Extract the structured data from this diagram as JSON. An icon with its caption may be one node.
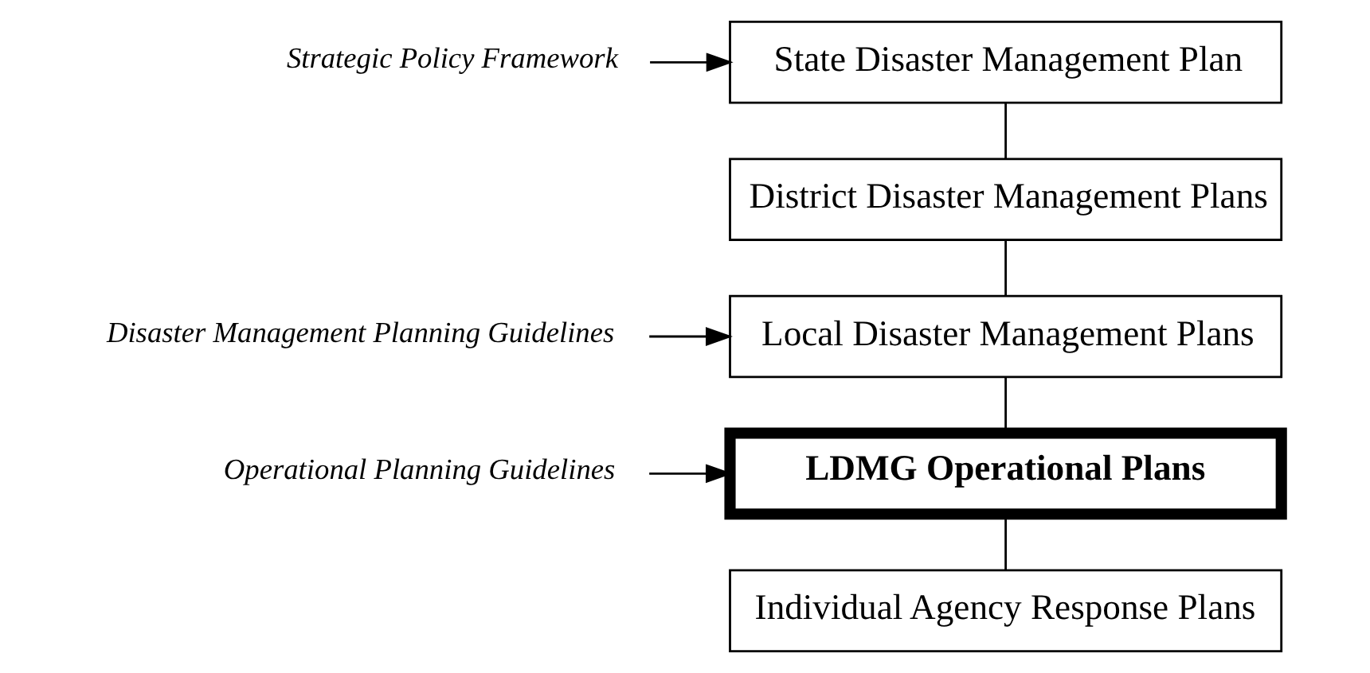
{
  "diagram": {
    "nodes": [
      {
        "text": [
          "Strategic Policy Framework"
        ]
      },
      {
        "text": [
          "State Disaster Management Plan"
        ]
      },
      {
        "text": [
          "District Disaster Management Plans"
        ]
      },
      {
        "text": [
          "Disaster Management Planning Guidelines"
        ]
      },
      {
        "text": [
          "Local Disaster Management Plans"
        ]
      },
      {
        "text": [
          "Operational Planning Guidelines"
        ]
      },
      {
        "text": [
          "LDMG Operational Plans"
        ]
      },
      {
        "text": [
          "Individual Agency Response Plans"
        ]
      }
    ],
    "edges": [
      {
        "from": 0,
        "to": 1,
        "arrow": "to"
      },
      {
        "from": 1,
        "to": 2,
        "arrow": "none"
      },
      {
        "from": 2,
        "to": 4,
        "arrow": "none"
      },
      {
        "from": 3,
        "to": 4,
        "arrow": "to"
      },
      {
        "from": 4,
        "to": 6,
        "arrow": "none"
      },
      {
        "from": 5,
        "to": 6,
        "arrow": "to"
      },
      {
        "from": 6,
        "to": 7,
        "arrow": "none"
      }
    ]
  }
}
